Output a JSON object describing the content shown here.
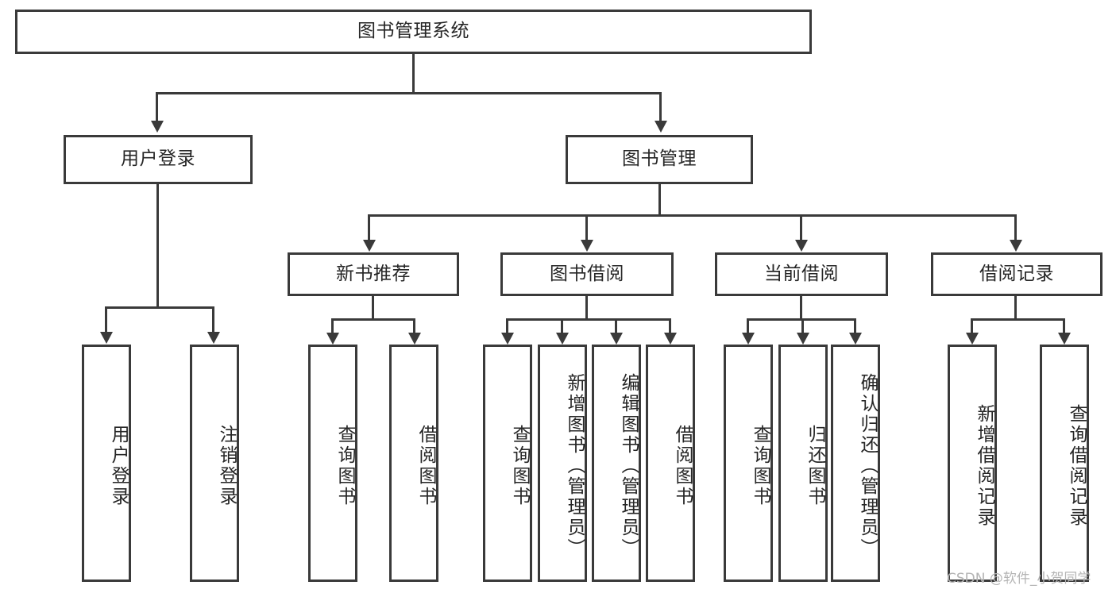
{
  "diagram": {
    "title": "图书管理系统",
    "root": {
      "label": "图书管理系统"
    },
    "tier1": [
      {
        "label": "用户登录"
      },
      {
        "label": "图书管理"
      }
    ],
    "tier2": [
      {
        "label": "新书推荐"
      },
      {
        "label": "图书借阅"
      },
      {
        "label": "当前借阅"
      },
      {
        "label": "借阅记录"
      }
    ],
    "leaves": {
      "user_login": [
        {
          "label": "用户登录"
        },
        {
          "label": "注销登录"
        }
      ],
      "new_book_recommend": [
        {
          "label": "查询图书"
        },
        {
          "label": "借阅图书"
        }
      ],
      "book_borrow": [
        {
          "label": "查询图书"
        },
        {
          "label": "新增图书（管理员）"
        },
        {
          "label": "编辑图书（管理员）"
        },
        {
          "label": "借阅图书"
        }
      ],
      "current_borrow": [
        {
          "label": "查询图书"
        },
        {
          "label": "归还图书"
        },
        {
          "label": "确认归还（管理员）"
        }
      ],
      "borrow_record": [
        {
          "label": "新增借阅记录"
        },
        {
          "label": "查询借阅记录"
        }
      ]
    }
  },
  "watermark": {
    "text": "CSDN @软件_小贺同学"
  },
  "colors": {
    "stroke": "#3a3a3a",
    "text": "#262626",
    "background": "#ffffff",
    "watermark": "#b4b4b4"
  }
}
